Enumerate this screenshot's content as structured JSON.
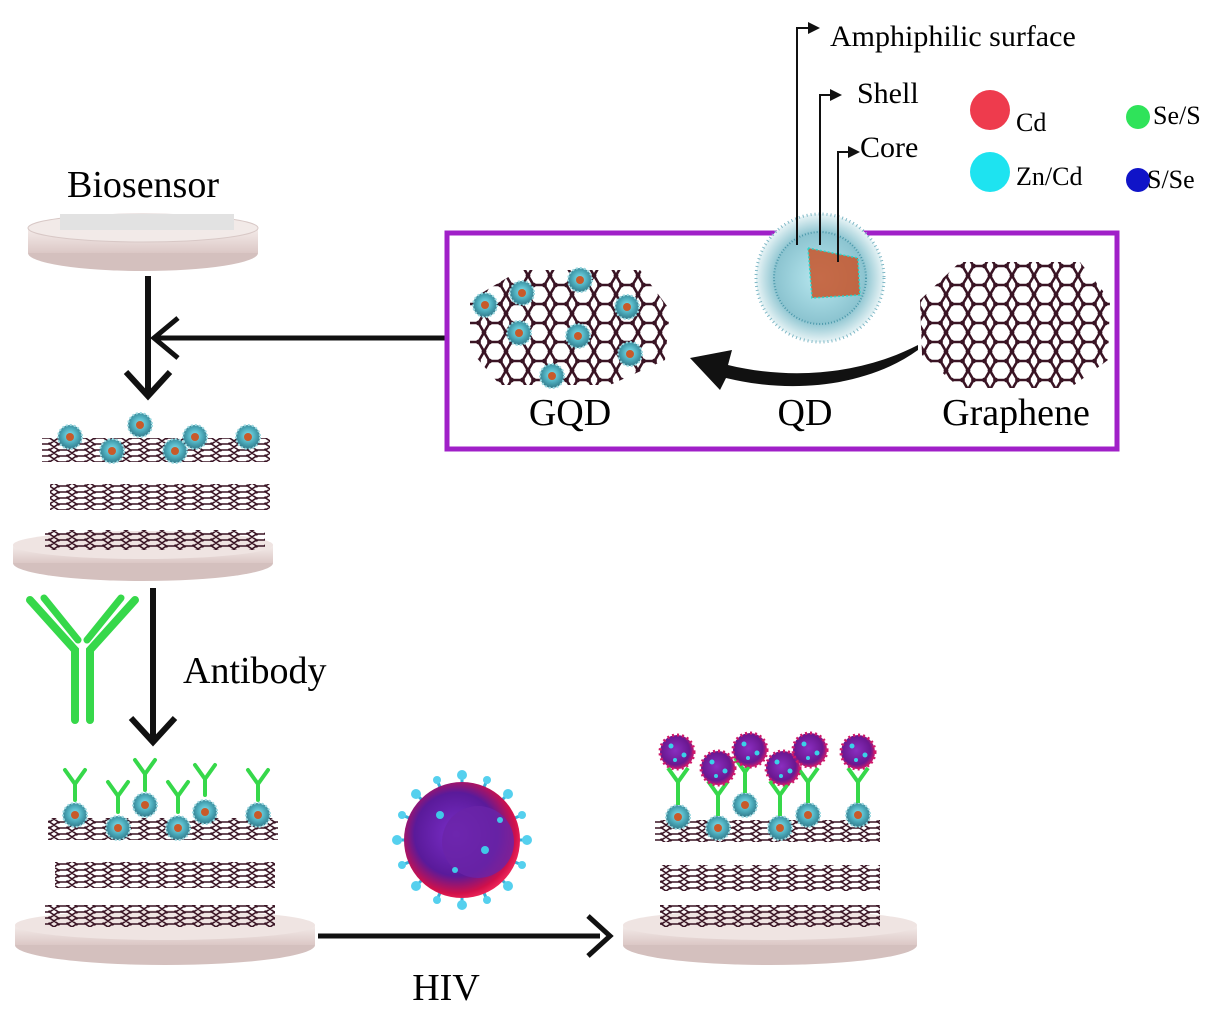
{
  "labels": {
    "biosensor": "Biosensor",
    "antibody": "Antibody",
    "hiv": "HIV",
    "gqd": "GQD",
    "qd": "QD",
    "graphene": "Graphene",
    "amphiphilic_surface": "Amphiphilic surface",
    "shell": "Shell",
    "core": "Core"
  },
  "legend": [
    {
      "label": "Cd",
      "color": "#ee3b4d"
    },
    {
      "label": "Se/S",
      "color": "#2fe35a"
    },
    {
      "label": "Zn/Cd",
      "color": "#1ee3f0"
    },
    {
      "label": "S/Se",
      "color": "#1014c8"
    }
  ],
  "colors": {
    "frame": "#a020c8",
    "graphene": "#3a1424",
    "antibody": "#36d84a",
    "qd": "#5bb8c8",
    "virus": "#c0125a",
    "disk": "#e8d8d6"
  }
}
